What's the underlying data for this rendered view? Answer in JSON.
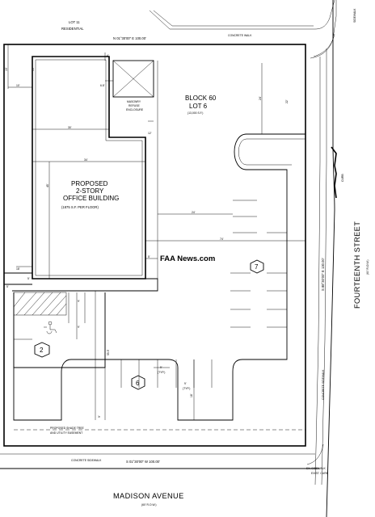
{
  "neighbor": {
    "line1": "LOT 11",
    "line2": "RESIDENTIAL"
  },
  "boundary": {
    "north": "N 01°30'00\" E 100.00'",
    "south": "S 01°30'00\" W 100.00'",
    "east": "S 88°30'00\" E 130.00'"
  },
  "site": {
    "line1": "BLOCK 60",
    "line2": "LOT 6",
    "line3": "(13,000 S.F.)"
  },
  "building": {
    "line1": "PROPOSED",
    "line2": "2-STORY",
    "line3": "OFFICE BUILDING",
    "line4": "(1875 S.F. PER FLOOR)"
  },
  "enclosure": {
    "line1": "MASONRY",
    "line2": "REFUSE",
    "line3": "ENCLOSURE"
  },
  "walks": {
    "north": "CONCRETE WALK",
    "south": "CONCRETE SIDEWALK",
    "east": "CONCRETE SIDEWALK"
  },
  "easement": {
    "line1": "PROPOSED SHADE TREE",
    "line2": "AND UTILITY EASEMENT"
  },
  "streets": {
    "south_name": "MADISON AVENUE",
    "south_row": "(60' R.O.W.)",
    "east_name": "FOURTEENTH STREET",
    "east_row": "(60' R.O.W.)"
  },
  "misc": {
    "curb": "CURB",
    "exist_curb": "EXIST. CURB",
    "sidewalk_ne": "SIDEWALK",
    "sidewalk_se": "EX. SIDEWALK"
  },
  "dims": {
    "d15a": "15'",
    "d15b": "15'",
    "d10": "10'",
    "d4a": "4'",
    "d68": "6.8'",
    "d30": "30'",
    "d34": "34'",
    "d45": "45'",
    "d12": "12'",
    "d24": "24'",
    "d74": "74'",
    "d5": "5'",
    "d18a": "18'",
    "d5b": "5'",
    "d9a": "9'",
    "d5c": "5'",
    "d9b": "9'",
    "d550": "55.5'",
    "d18b": "18'",
    "d22": "22'",
    "d9c": "9'"
  },
  "typ": {
    "a": "9'",
    "b": "(TYP.)",
    "c": "9'",
    "d": "(TYP.)"
  },
  "parking": {
    "count_a": "7",
    "count_b": "2",
    "count_c": "6"
  },
  "watermark": "FAA News.com"
}
